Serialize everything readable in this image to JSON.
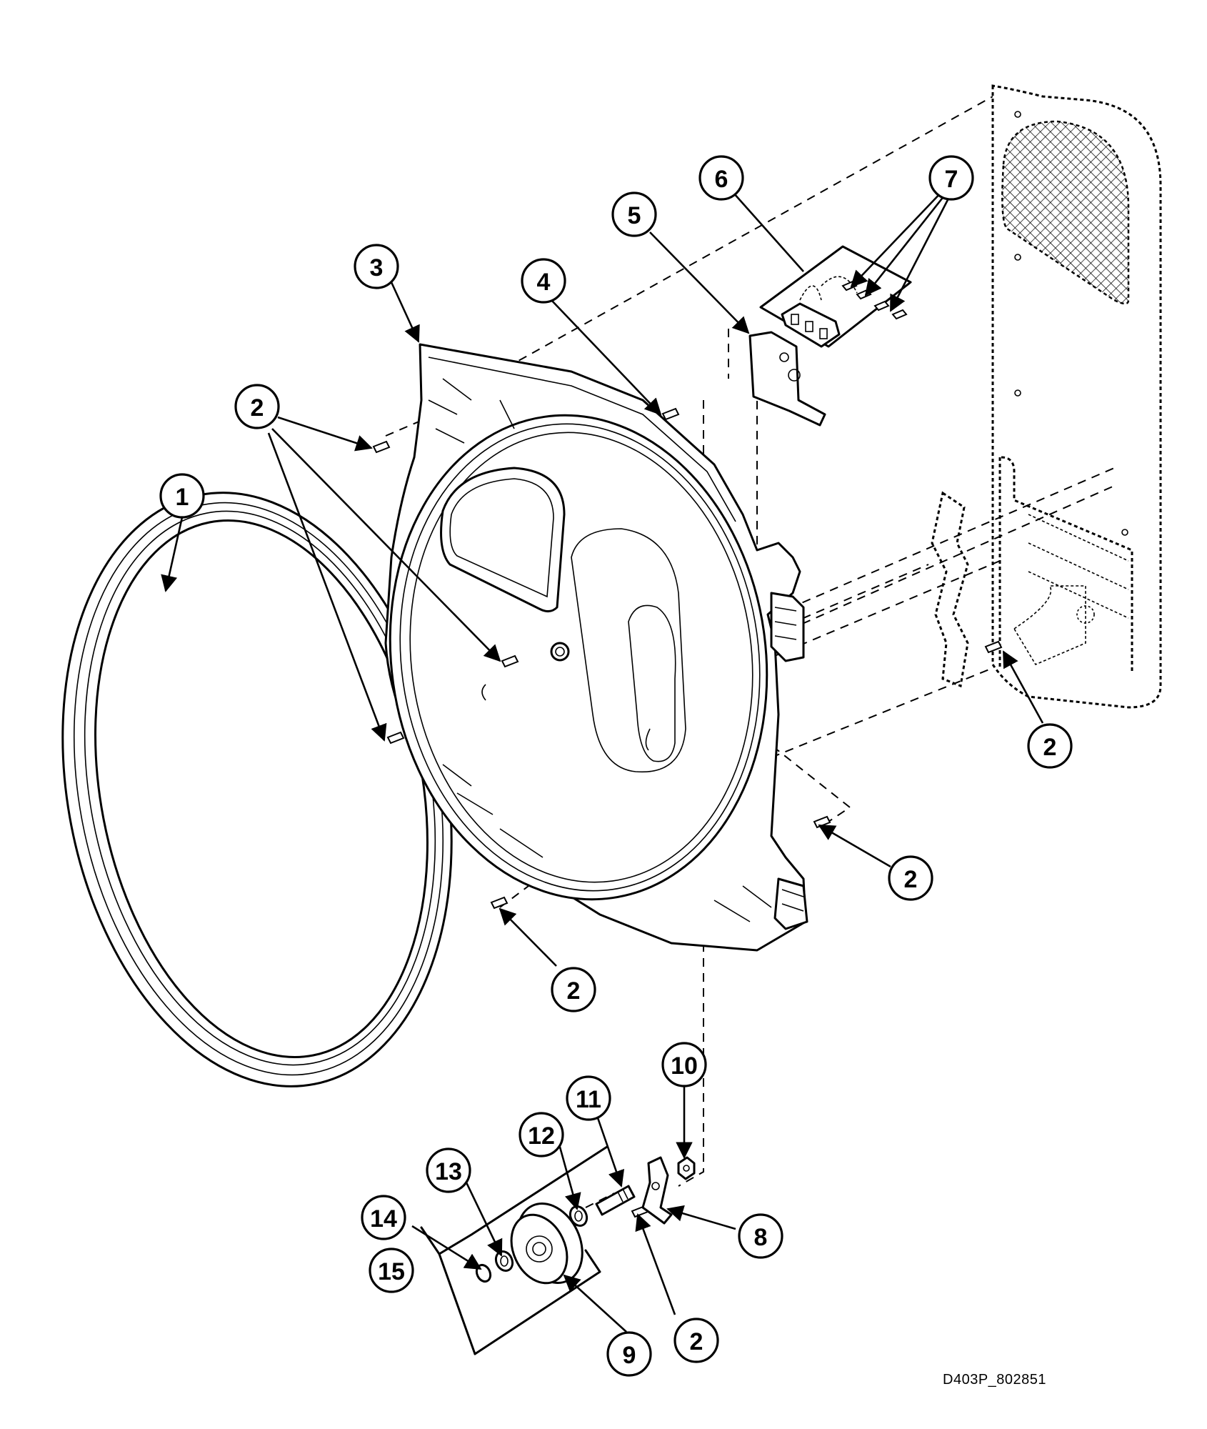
{
  "callouts": {
    "c1": "1",
    "c2": "2",
    "c3": "3",
    "c4": "4",
    "c5": "5",
    "c6": "6",
    "c7": "7",
    "c8": "8",
    "c9": "9",
    "c10": "10",
    "c11": "11",
    "c12": "12",
    "c13": "13",
    "c14": "14",
    "c15": "15"
  },
  "drawing_code": "D403P_802851"
}
